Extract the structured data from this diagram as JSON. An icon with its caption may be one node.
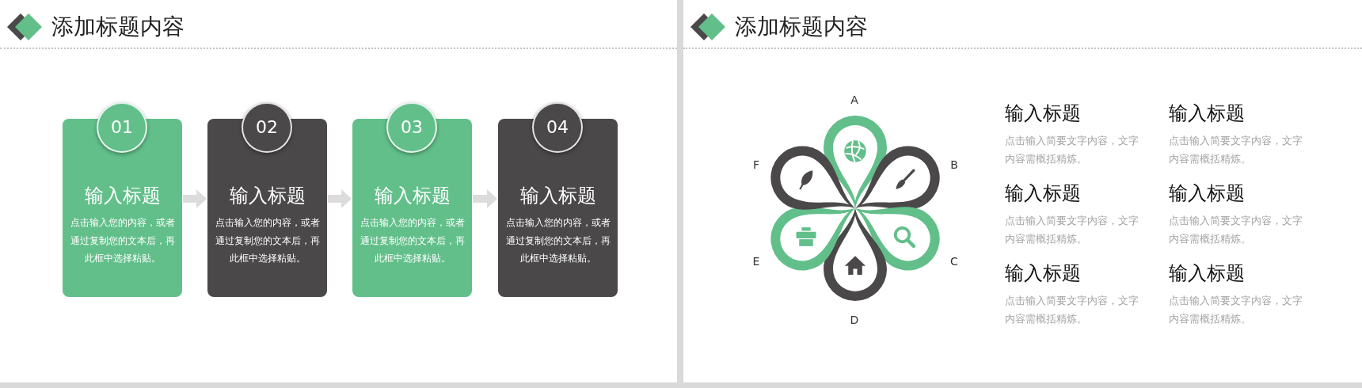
{
  "diagram": {
    "title": "添加标题内容",
    "nodes": [
      {
        "text": [
          "01"
        ]
      },
      {
        "text": [
          "输入标题",
          "点击输入您的内容，或者通过复制您的文本后，再此框中选择粘贴。"
        ]
      },
      {
        "text": [
          "02"
        ]
      },
      {
        "text": [
          "输入标题",
          "点击输入您的内容，或者通过复制您的文本后，再此框中选择粘贴。"
        ]
      },
      {
        "text": [
          "03"
        ]
      },
      {
        "text": [
          "输入标题",
          "点击输入您的内容，或者通过复制您的文本后，再此框中选择粘贴。"
        ]
      },
      {
        "text": [
          "04"
        ]
      },
      {
        "text": [
          "输入标题",
          "点击输入您的内容，或者通过复制您的文本后，再此框中选择粘贴。"
        ]
      }
    ],
    "edges": [
      {
        "from": 1,
        "to": 3,
        "arrow": "to"
      },
      {
        "from": 3,
        "to": 5,
        "arrow": "to"
      },
      {
        "from": 5,
        "to": 7,
        "arrow": "to"
      }
    ],
    "labels": [
      "添加标题内容",
      "A",
      "F",
      "B",
      "E",
      "C",
      "D",
      "输入标题",
      "点击输入简要文字内容，文字内容需概括精炼。",
      "输入标题",
      "点击输入简要文字内容，文字内容需概括精炼。",
      "输入标题",
      "点击输入简要文字内容，文字内容需概括精炼。",
      "输入标题",
      "点击输入简要文字内容，文字内容需概括精炼。",
      "输入标题",
      "点击输入简要文字内容，文字内容需概括精炼。",
      "输入标题",
      "点击输入简要文字内容，文字内容需概括精炼。"
    ]
  }
}
